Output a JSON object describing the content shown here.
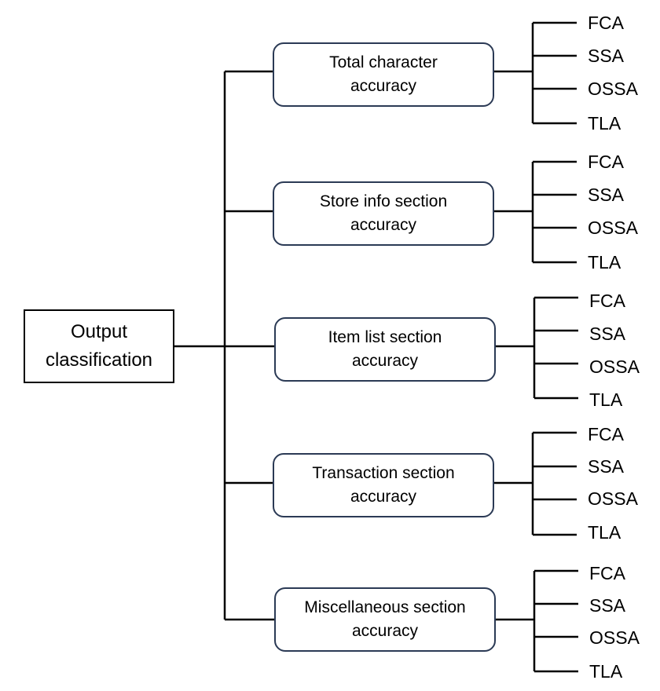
{
  "root": {
    "label_line1": "Output",
    "label_line2": "classification"
  },
  "categories": [
    {
      "label_line1": "Total character",
      "label_line2": "accuracy",
      "metrics": [
        "FCA",
        "SSA",
        "OSSA",
        "TLA"
      ]
    },
    {
      "label_line1": "Store info section",
      "label_line2": "accuracy",
      "metrics": [
        "FCA",
        "SSA",
        "OSSA",
        "TLA"
      ]
    },
    {
      "label_line1": "Item list section",
      "label_line2": "accuracy",
      "metrics": [
        "FCA",
        "SSA",
        "OSSA",
        "TLA"
      ]
    },
    {
      "label_line1": "Transaction section",
      "label_line2": "accuracy",
      "metrics": [
        "FCA",
        "SSA",
        "OSSA",
        "TLA"
      ]
    },
    {
      "label_line1": "Miscellaneous section",
      "label_line2": "accuracy",
      "metrics": [
        "FCA",
        "SSA",
        "OSSA",
        "TLA"
      ]
    }
  ],
  "colors": {
    "line": "#000000",
    "box_border": "#2b3a55",
    "text": "#000000",
    "background": "#ffffff"
  }
}
